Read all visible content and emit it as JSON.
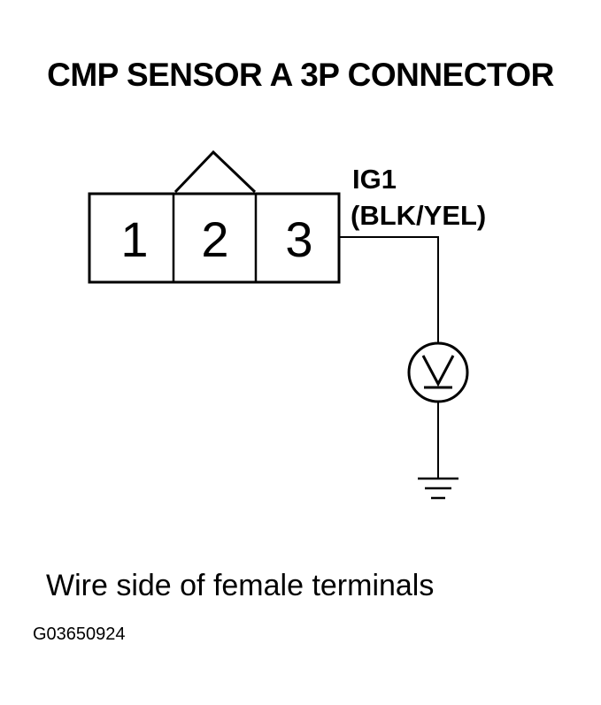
{
  "title": "CMP SENSOR A 3P CONNECTOR",
  "connector": {
    "pins": [
      "1",
      "2",
      "3"
    ]
  },
  "wire": {
    "name": "IG1",
    "color_code": "(BLK/YEL)"
  },
  "meter": {
    "icon": "voltmeter-icon"
  },
  "ground": {
    "icon": "ground-icon"
  },
  "caption": "Wire side of female terminals",
  "figure_id": "G03650924"
}
